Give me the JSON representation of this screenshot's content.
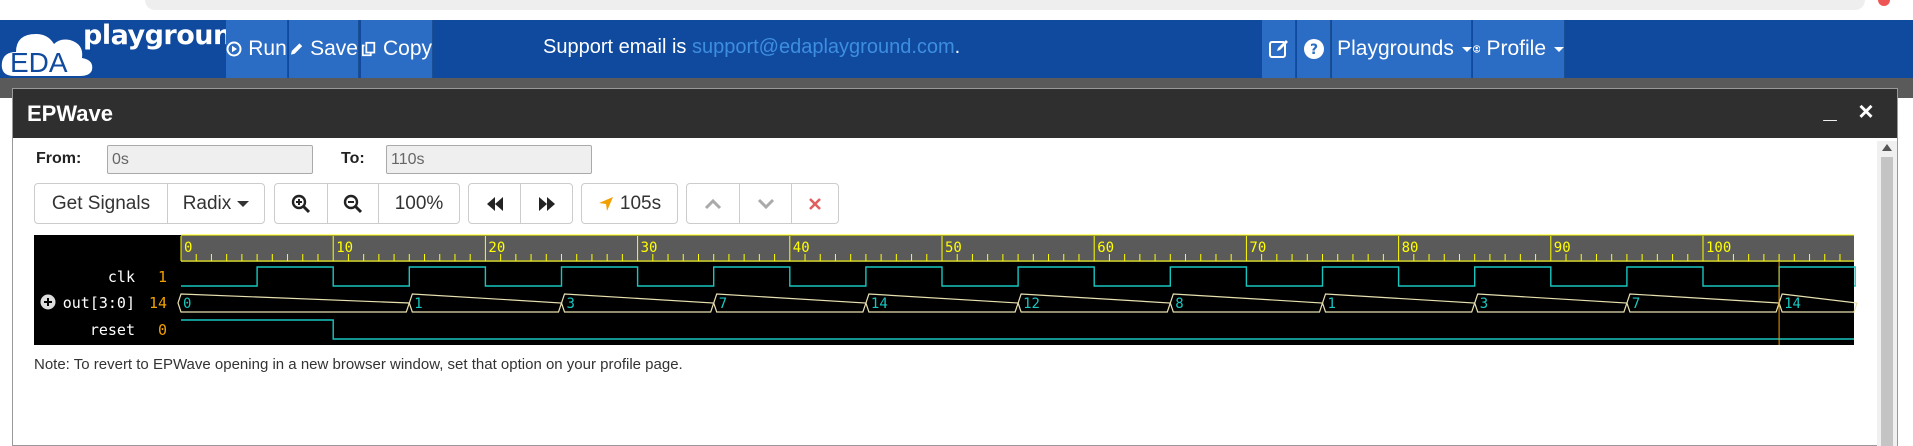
{
  "nav": {
    "logo_eda": "EDA",
    "logo_playground": "playground",
    "run_label": "Run",
    "save_label": "Save",
    "copy_label": "Copy",
    "support_prefix": "Support email is ",
    "support_email": "support@edaplayground.com",
    "support_suffix": ".",
    "playgrounds_label": "Playgrounds",
    "profile_label": "Profile"
  },
  "modal": {
    "title": "EPWave",
    "minimize": "_",
    "close": "×"
  },
  "range": {
    "from_label": "From:",
    "from_value": "0s",
    "to_label": "To:",
    "to_value": "110s"
  },
  "toolbar": {
    "get_signals": "Get Signals",
    "radix": "Radix",
    "zoom": "100%",
    "cursor_time": "105s"
  },
  "wave": {
    "ticks": [
      "0",
      "10",
      "20",
      "30",
      "40",
      "50",
      "60",
      "70",
      "80",
      "90",
      "100"
    ],
    "signals": [
      {
        "name": "clk",
        "value": "1",
        "value_color": "#f0a000"
      },
      {
        "name": "out[3:0]",
        "value": "14",
        "value_color": "#f0a000",
        "expandable": true
      },
      {
        "name": "reset",
        "value": "0",
        "value_color": "#f0a000"
      }
    ],
    "clk_period": 10,
    "clk_first_rise": 5,
    "out_changes": [
      {
        "t": 0,
        "v": "0"
      },
      {
        "t": 15,
        "v": "1"
      },
      {
        "t": 25,
        "v": "3"
      },
      {
        "t": 35,
        "v": "7"
      },
      {
        "t": 45,
        "v": "14"
      },
      {
        "t": 55,
        "v": "12"
      },
      {
        "t": 65,
        "v": "8"
      },
      {
        "t": 75,
        "v": "1"
      },
      {
        "t": 85,
        "v": "3"
      },
      {
        "t": 95,
        "v": "7"
      },
      {
        "t": 105,
        "v": "14"
      }
    ],
    "reset_fall": 10,
    "cursor_t": 105,
    "t_max": 110
  },
  "note": "Note: To revert to EPWave opening in a new browser window, set that option on your profile page.",
  "colors": {
    "nav_bg": "#0f4a9f",
    "nav_btn": "#2b6cc4",
    "wave_clk": "#18c6c0",
    "wave_bus": "#e8e0b0",
    "ruler_bg": "#5a5a5a",
    "ruler_tick": "#ffff00"
  }
}
